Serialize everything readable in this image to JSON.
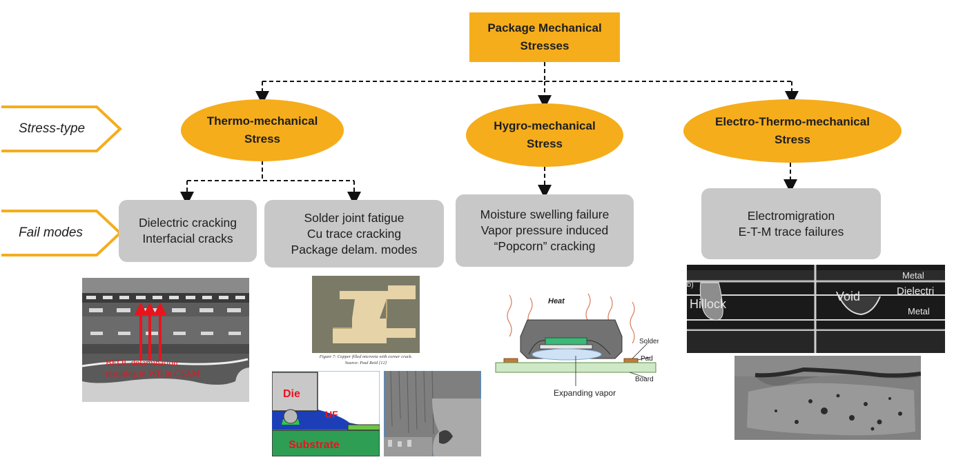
{
  "root": {
    "line1": "Package Mechanical",
    "line2": "Stresses"
  },
  "row_labels": {
    "stress_type": "Stress-type",
    "fail_modes": "Fail modes"
  },
  "stresses": {
    "thermo": {
      "line1": "Thermo-mechanical",
      "line2": "Stress"
    },
    "hygro": {
      "line1": "Hygro-mechanical",
      "line2": "Stress"
    },
    "electro": {
      "line1": "Electro-Thermo-mechanical",
      "line2": "Stress"
    }
  },
  "fail_modes": {
    "dielectric": "Dielectric cracking\nInterfacial cracks",
    "solder": "Solder joint fatigue\nCu trace cracking\nPackage delam. modes",
    "moisture": "Moisture swelling failure\nVapor pressure induced\n“Popcorn” cracking",
    "electromigration": "Electromigration\nE-T-M trace failures"
  },
  "images": {
    "beol": {
      "line1": "BEOL delamination",
      "line2": "resulting in WB in CSAM"
    },
    "microvia": {
      "caption1": "Figure 7: Copper filled microvia with corner crack.",
      "caption2": "Source: Paul Reid [12]"
    },
    "underfill": {
      "die": "Die",
      "uf": "UF",
      "substrate": "Substrate"
    },
    "popcorn": {
      "heat": "Heat",
      "solder": "Solder",
      "pad": "Pad",
      "board": "Board",
      "vapor": "Expanding vapor"
    },
    "em": {
      "panel": "b)",
      "hillock": "Hillock",
      "void": "Void",
      "metal_top": "Metal",
      "dielectric": "Dielectri",
      "metal_bottom": "Metal"
    }
  },
  "colors": {
    "accent": "#f5ad1c",
    "box_gray": "#c8c8c8",
    "annotation_red": "#e8141e"
  }
}
